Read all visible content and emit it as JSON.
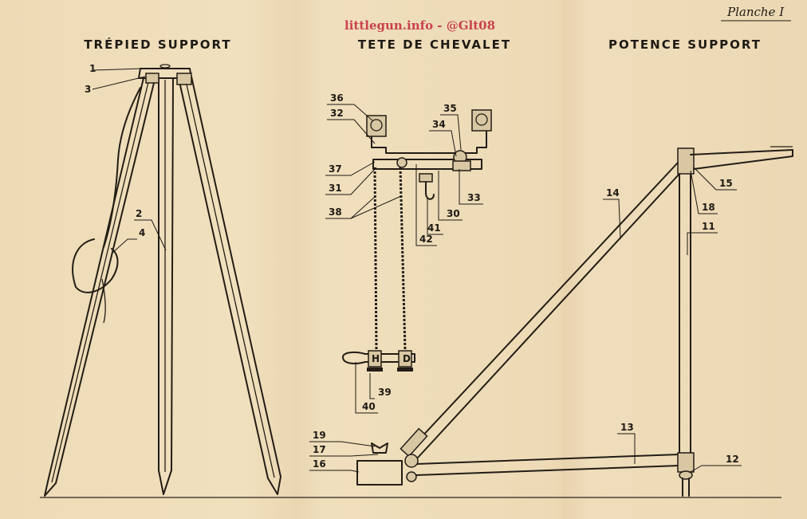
{
  "plate_label": "Planche I",
  "watermark": "littlegun.info - @Glt08",
  "sections": [
    {
      "title": "TRÉPIED SUPPORT"
    },
    {
      "title": "TETE DE CHEVALET"
    },
    {
      "title": "POTENCE SUPPORT"
    }
  ],
  "callouts": {
    "c1": "1",
    "c2": "2",
    "c3": "3",
    "c4": "4",
    "c11": "11",
    "c12": "12",
    "c13": "13",
    "c14": "14",
    "c15": "15",
    "c16": "16",
    "c17": "17",
    "c18": "18",
    "c19": "19",
    "c30": "30",
    "c31": "31",
    "c32": "32",
    "c33": "33",
    "c34": "34",
    "c35": "35",
    "c36": "36",
    "c37": "37",
    "c38": "38",
    "c39": "39",
    "c40": "40",
    "c41": "41",
    "c42": "42"
  },
  "handle_marks": {
    "left": "H",
    "right": "D"
  }
}
